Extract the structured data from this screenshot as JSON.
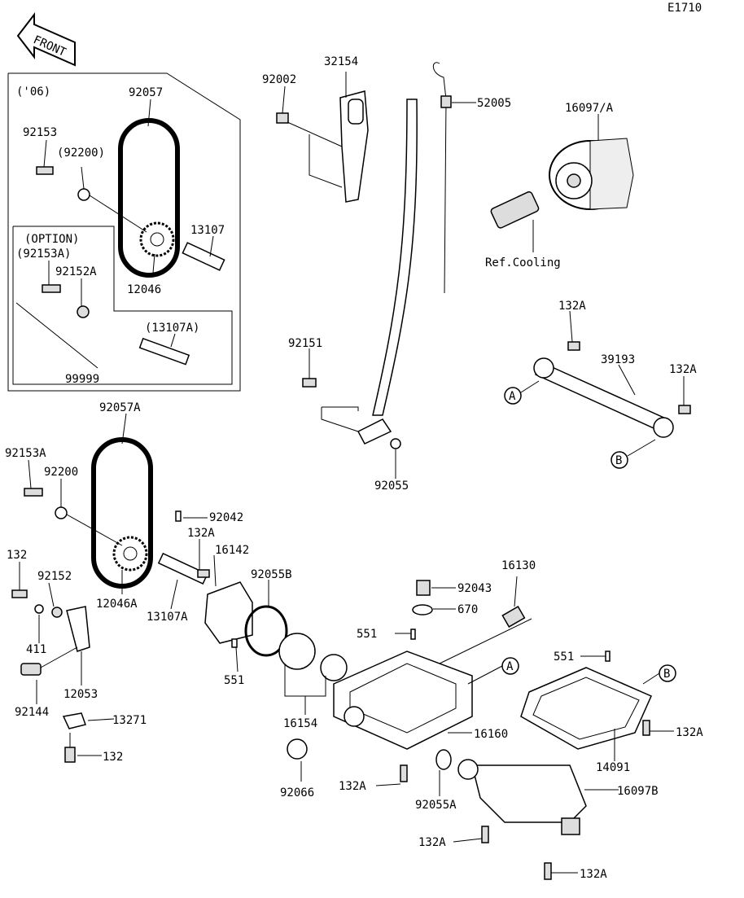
{
  "diagram_code": "E1710",
  "front_label": "FRONT",
  "box_year": "('06)",
  "option_label": "(OPTION)",
  "ref_cooling": "Ref.Cooling",
  "circle_a": "A",
  "circle_b": "B",
  "callouts": {
    "p32154": "32154",
    "p92002": "92002",
    "p52005": "52005",
    "p16097a": "16097/A",
    "p92057": "92057",
    "p92153": "92153",
    "p92200a": "(92200)",
    "p13107": "13107",
    "p92153a_opt": "(92153A)",
    "p92152a": "92152A",
    "p12046": "12046",
    "p13107a_opt": "(13107A)",
    "p99999": "99999",
    "p132a_1": "132A",
    "p39193": "39193",
    "p132a_2": "132A",
    "p92151": "92151",
    "p92055": "92055",
    "p92057a": "92057A",
    "p92153a": "92153A",
    "p92200": "92200",
    "p92042": "92042",
    "p132a_3": "132A",
    "p16142": "16142",
    "p92055b": "92055B",
    "p132_1": "132",
    "p92152": "92152",
    "p12046a": "12046A",
    "p13107a": "13107A",
    "p411": "411",
    "p551_1": "551",
    "p12053": "12053",
    "p92144": "92144",
    "p13271": "13271",
    "p132_2": "132",
    "p16130": "16130",
    "p92043": "92043",
    "p670": "670",
    "p551_2": "551",
    "p551_3": "551",
    "p16154": "16154",
    "p16160": "16160",
    "p132a_4": "132A",
    "p14091": "14091",
    "p92066": "92066",
    "p132a_5": "132A",
    "p92055a": "92055A",
    "p16097b": "16097B",
    "p132a_6": "132A",
    "p132a_7": "132A"
  }
}
